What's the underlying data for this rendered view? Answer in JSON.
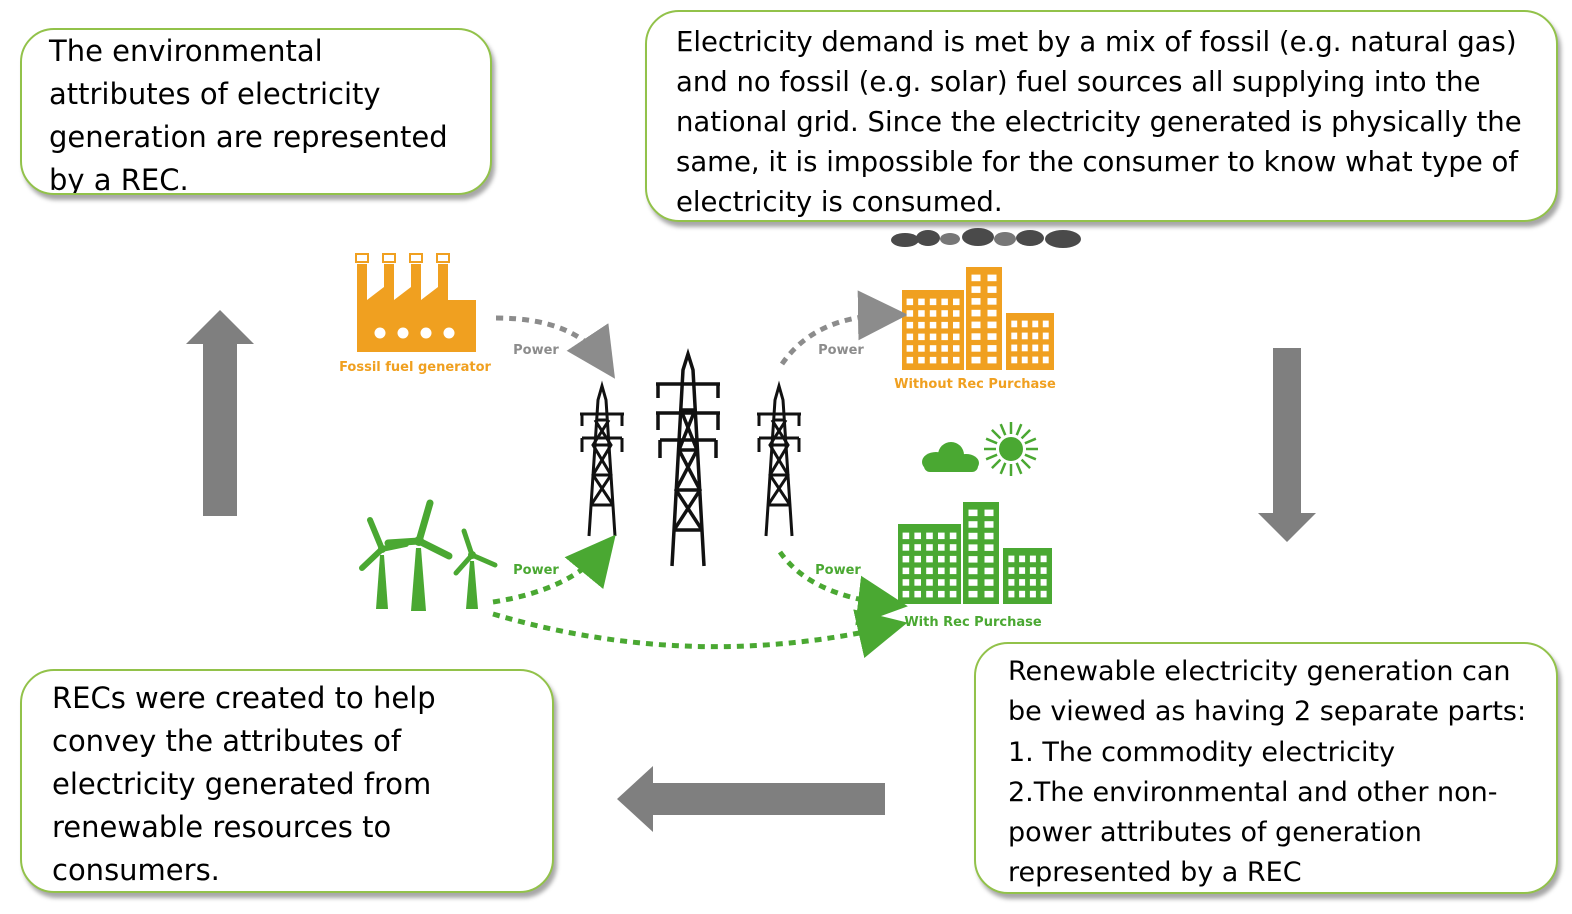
{
  "callouts": {
    "top_left": {
      "lines": [
        "The environmental",
        "attributes of electricity",
        "generation are represented",
        "by a REC."
      ]
    },
    "top_right": {
      "lines": [
        "Electricity demand is met by a mix of fossil (e.g. natural gas)",
        "and no fossil (e.g. solar) fuel sources all supplying into the",
        "national grid. Since the electricity generated is physically the",
        "same, it is impossible for the consumer to know what type of",
        "electricity is consumed."
      ]
    },
    "bottom_left": {
      "lines": [
        "RECs were created to help",
        "convey the attributes of",
        "electricity generated from",
        "renewable resources to",
        "consumers."
      ]
    },
    "bottom_right": {
      "lines": [
        "Renewable electricity generation can",
        "be viewed as having 2 separate parts:",
        "1. The commodity electricity",
        "2.The environmental and other non-",
        "power attributes of generation",
        "represented by a REC"
      ]
    }
  },
  "illustration": {
    "fossil_label": "Fossil fuel generator",
    "without_label": "Without Rec Purchase",
    "with_label": "With Rec Purchase",
    "power_label_1": "Power",
    "power_label_2": "Power",
    "power_label_3": "Power",
    "power_label_4": "Power"
  },
  "colors": {
    "callout_border": "#92c24a",
    "arrow_gray": "#7f7f7f",
    "fossil_orange": "#f0a020",
    "renewable_green": "#4aa832",
    "flow_gray": "#8c8c8c",
    "smoke_gray": "#4a4a4a"
  }
}
